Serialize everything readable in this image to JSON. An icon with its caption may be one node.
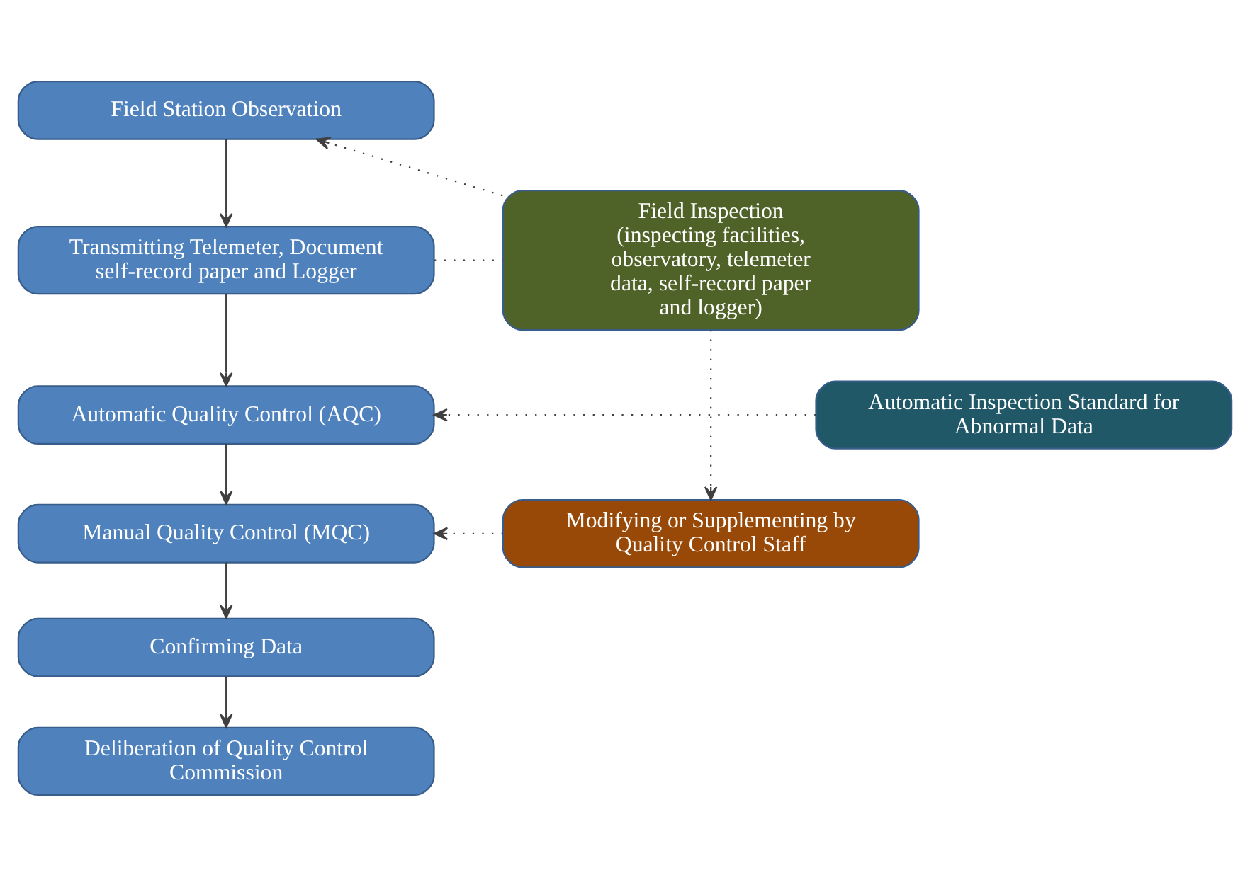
{
  "diagram": {
    "nodes": [
      {
        "text": [
          "Field Station Observation"
        ]
      },
      {
        "text": [
          "Field Inspection (inspecting facilities, observatory, telemeter data, self-record paper and logger)"
        ]
      },
      {
        "text": [
          "Transmitting Telemeter, Document self-record paper and Logger"
        ]
      },
      {
        "text": [
          "Automatic Quality Control (AQC)"
        ]
      },
      {
        "text": [
          "Automatic Inspection Standard for Abnormal Data"
        ]
      },
      {
        "text": [
          "Manual Quality Control (MQC)"
        ]
      },
      {
        "text": [
          "Modifying or Supplementing by Quality Control Staff"
        ]
      },
      {
        "text": [
          "Confirming Data"
        ]
      },
      {
        "text": [
          "Deliberation of Quality Control Commission"
        ]
      }
    ],
    "edges": [
      {
        "from": 0,
        "to": 2,
        "arrow": "to"
      },
      {
        "from": 1,
        "to": 0,
        "arrow": "to",
        "style": "dashed"
      },
      {
        "from": 2,
        "to": 1,
        "arrow": "none",
        "style": "dashed"
      },
      {
        "from": 1,
        "to": 6,
        "arrow": "to",
        "style": "dashed"
      },
      {
        "from": 2,
        "to": 3,
        "arrow": "to"
      },
      {
        "from": 4,
        "to": 3,
        "arrow": "to",
        "style": "dashed"
      },
      {
        "from": 3,
        "to": 5,
        "arrow": "to"
      },
      {
        "from": 6,
        "to": 5,
        "arrow": "to",
        "style": "dashed"
      },
      {
        "from": 5,
        "to": 7,
        "arrow": "to"
      },
      {
        "from": 7,
        "to": 8,
        "arrow": "to"
      }
    ]
  }
}
